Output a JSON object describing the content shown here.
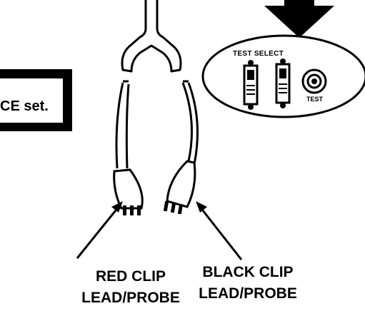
{
  "note_box": {
    "text": "CE set."
  },
  "panel": {
    "test_select_label": "TEST SELECT",
    "test_button_label": "TEST"
  },
  "captions": {
    "red_line1": "RED CLIP",
    "red_line2": "LEAD/PROBE",
    "black_line1": "BLACK CLIP",
    "black_line2": "LEAD/PROBE"
  },
  "colors": {
    "ink": "#000000",
    "paper": "#ffffff"
  }
}
